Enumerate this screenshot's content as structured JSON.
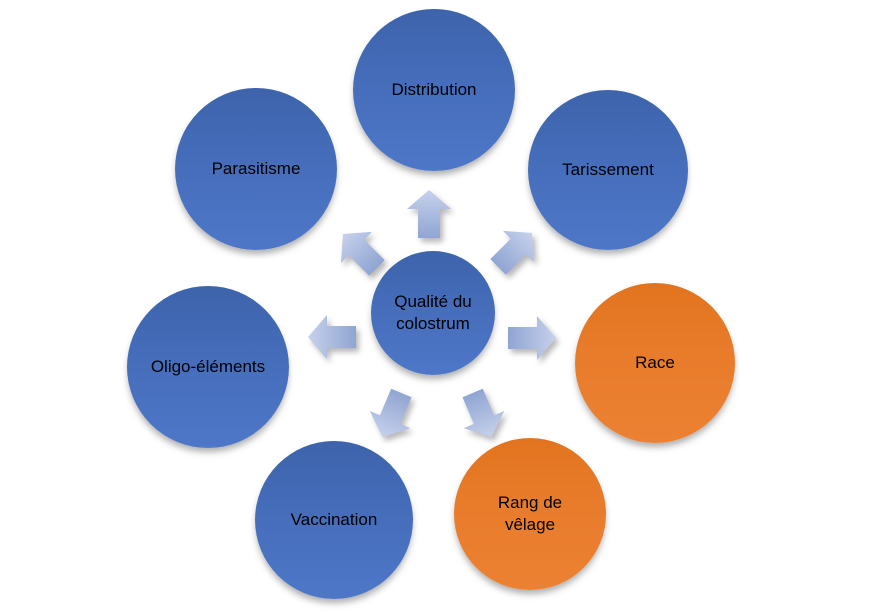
{
  "diagram": {
    "type": "diverging-radial",
    "center": {
      "label": "Qualité du colostrum",
      "color": "#4472c4"
    },
    "nodes": [
      {
        "label": "Distribution",
        "color": "#4472c4",
        "position": "top"
      },
      {
        "label": "Tarissement",
        "color": "#4472c4",
        "position": "top-right"
      },
      {
        "label": "Race",
        "color": "#ed7d31",
        "position": "right"
      },
      {
        "label": "Rang de vêlage",
        "color": "#ed7d31",
        "position": "bottom-right"
      },
      {
        "label": "Vaccination",
        "color": "#4472c4",
        "position": "bottom-left"
      },
      {
        "label": "Oligo-éléments",
        "color": "#4472c4",
        "position": "left"
      },
      {
        "label": "Parasitisme",
        "color": "#4472c4",
        "position": "top-left"
      }
    ],
    "arrows": [
      {
        "direction": "up"
      },
      {
        "direction": "up-right"
      },
      {
        "direction": "right"
      },
      {
        "direction": "down-right"
      },
      {
        "direction": "down-left"
      },
      {
        "direction": "left"
      },
      {
        "direction": "up-left"
      }
    ],
    "colors": {
      "node_blue": "#4472c4",
      "node_orange": "#ed7d31",
      "arrow_fill": "#a9bade",
      "text": "#000000",
      "background": "#ffffff"
    }
  }
}
